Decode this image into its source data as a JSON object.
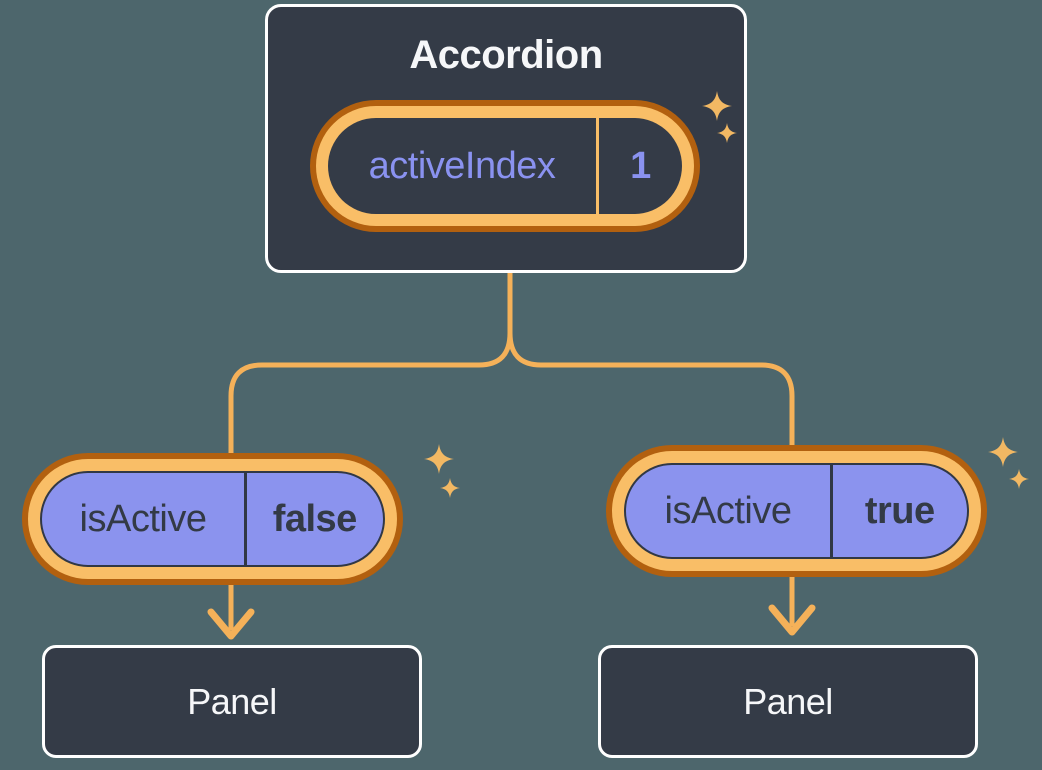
{
  "diagram": {
    "root": {
      "title": "Accordion",
      "state": {
        "name": "activeIndex",
        "value": "1"
      }
    },
    "children": [
      {
        "state": {
          "name": "isActive",
          "value": "false"
        },
        "panel": {
          "title": "Panel"
        }
      },
      {
        "state": {
          "name": "isActive",
          "value": "true"
        },
        "panel": {
          "title": "Panel"
        }
      }
    ]
  },
  "colors": {
    "background": "#4D666C",
    "box_fill": "#343B47",
    "box_border": "#FFFFFF",
    "text_light": "#F6F7F9",
    "text_purple": "#8A92F0",
    "pill_fill_purple": "#8B93EE",
    "pill_text_dark": "#333A46",
    "pill_outline_dark": "#313845",
    "ring_outer_orange": "#B2600F",
    "ring_inner_gold": "#F9BE67",
    "connector_gold": "#F5B159",
    "sparkle_gold": "#F2B863"
  },
  "icons": [
    "sparkle-icon",
    "arrow-down-icon"
  ]
}
